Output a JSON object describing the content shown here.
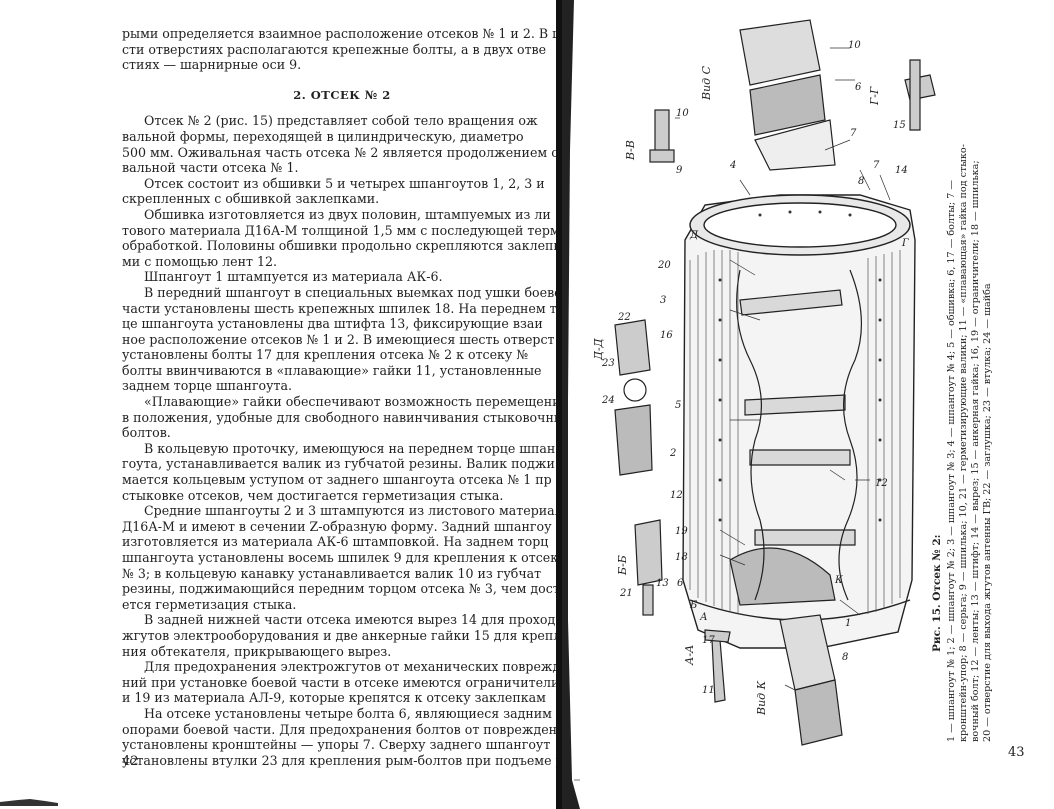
{
  "left_page": {
    "lines": [
      {
        "t": "рыми определяется взаимное расположение отсеков № 1 и 2. В ш",
        "ind": false
      },
      {
        "t": "сти отверстиях располагаются крепежные болты, а в двух отве",
        "ind": false
      },
      {
        "t": "стиях — шарнирные оси 9.",
        "ind": false
      }
    ],
    "heading": "2. ОТСЕК № 2",
    "body": [
      {
        "t": "Отсек № 2 (рис. 15) представляет собой тело вращения ож",
        "ind": true
      },
      {
        "t": "вальной формы, переходящей в цилиндрическую, диаметро",
        "ind": false
      },
      {
        "t": "500 мм. Оживальная часть отсека № 2 является продолжением ож",
        "ind": false
      },
      {
        "t": "вальной части отсека № 1.",
        "ind": false
      },
      {
        "t": "Отсек состоит из обшивки 5 и четырех шпангоутов 1, 2, 3 и",
        "ind": true
      },
      {
        "t": "скрепленных с обшивкой заклепками.",
        "ind": false
      },
      {
        "t": "Обшивка изготовляется из двух половин, штампуемых из ли",
        "ind": true
      },
      {
        "t": "тового материала Д16А-М толщиной 1,5 мм с последующей терм",
        "ind": false
      },
      {
        "t": "обработкой. Половины обшивки продольно скрепляются заклепк",
        "ind": false
      },
      {
        "t": "ми с помощью лент 12.",
        "ind": false
      },
      {
        "t": "Шпангоут 1 штампуется из материала АК-6.",
        "ind": true
      },
      {
        "t": "В передний шпангоут в специальных выемках под ушки боево",
        "ind": true
      },
      {
        "t": "части установлены шесть крепежных шпилек 18. На переднем то",
        "ind": false
      },
      {
        "t": "це шпангоута установлены два штифта 13, фиксирующие взаи",
        "ind": false
      },
      {
        "t": "ное расположение отсеков № 1 и 2. В имеющиеся шесть отверст",
        "ind": false
      },
      {
        "t": "установлены болты 17 для крепления отсека № 2 к отсеку №",
        "ind": false
      },
      {
        "t": "болты ввинчиваются в «плавающие» гайки 11, установленные",
        "ind": false
      },
      {
        "t": "заднем торце шпангоута.",
        "ind": false
      },
      {
        "t": "«Плавающие» гайки обеспечивают возможность перемещения и",
        "ind": true
      },
      {
        "t": "в положения, удобные для свободного навинчивания стыковочны",
        "ind": false
      },
      {
        "t": "болтов.",
        "ind": false
      },
      {
        "t": "В кольцевую проточку, имеющуюся на переднем торце шпан",
        "ind": true
      },
      {
        "t": "гоута, устанавливается валик из губчатой резины. Валик поджи",
        "ind": false
      },
      {
        "t": "мается кольцевым уступом от заднего шпангоута отсека № 1 пр",
        "ind": false
      },
      {
        "t": "стыковке отсеков, чем достигается герметизация стыка.",
        "ind": false
      },
      {
        "t": "Средние шпангоуты 2 и 3 штампуются из листового материал",
        "ind": true
      },
      {
        "t": "Д16А-М и имеют в сечении Z-образную форму. Задний шпангоу",
        "ind": false
      },
      {
        "t": "изготовляется из материала АК-6 штамповкой. На заднем торц",
        "ind": false
      },
      {
        "t": "шпангоута установлены восемь шпилек 9 для крепления к отсек",
        "ind": false
      },
      {
        "t": "№ 3; в кольцевую канавку устанавливается валик 10 из губчат",
        "ind": false
      },
      {
        "t": "резины, поджимающийся передним торцом отсека № 3, чем достиг",
        "ind": false
      },
      {
        "t": "ется герметизация стыка.",
        "ind": false
      },
      {
        "t": "В задней нижней части отсека имеются вырез 14 для проход",
        "ind": true
      },
      {
        "t": "жгутов электрооборудования и две анкерные гайки 15 для крепл",
        "ind": false
      },
      {
        "t": "ния обтекателя, прикрывающего вырез.",
        "ind": false
      },
      {
        "t": "Для предохранения электрожгутов от механических поврежд",
        "ind": true
      },
      {
        "t": "ний при установке боевой части в отсеке имеются ограничители 1",
        "ind": false
      },
      {
        "t": "и 19 из материала АЛ-9, которые крепятся к отсеку заклепкам",
        "ind": false
      },
      {
        "t": "На отсеке установлены четыре болта 6, являющиеся задним",
        "ind": true
      },
      {
        "t": "опорами боевой части. Для предохранения болтов от поврежден",
        "ind": false
      },
      {
        "t": "установлены кронштейны — упоры 7. Сверху заднего шпангоут",
        "ind": false
      },
      {
        "t": "установлены втулки 23 для крепления рым-болтов при подъеме р",
        "ind": false
      }
    ],
    "page_number": "42"
  },
  "right_page": {
    "page_number": "43",
    "caption_title": "Рис. 15. Отсек № 2:",
    "caption_lines": [
      "1 — шпангоут № 1; 2 — шпангоут № 2; 3 — шпангоут № 3; 4 — шпангоут № 4; 5 — обшивка; 6, 17 — болты; 7 —",
      "кронштейн-упор; 8 — серьга; 9 — шпилька; 10, 21 — герметизирующие валики; 11 — «плавающая» гайка под стыко-",
      "вочный болт; 12 — ленты; 13 — штифт; 14 — вырез; 15 — анкерная гайка; 16, 19 — ограничители; 18 — шпилька;",
      "20 — отверстие для выхода жгутов антенны ГВ; 22 — заглушка; 23 — втулка; 24 — шайба"
    ],
    "views": {
      "view_c": "Вид С",
      "view_k": "Вид К",
      "section_bb": "В-В",
      "section_gg": "Г-Г",
      "section_dd": "Д-Д",
      "section_b6": "Б-Б",
      "section_aa": "А-А"
    },
    "callouts": [
      "10",
      "6",
      "7",
      "15",
      "10",
      "9",
      "4",
      "8",
      "7",
      "14",
      "Д",
      "20",
      "3",
      "16",
      "22",
      "23",
      "24",
      "5",
      "2",
      "12",
      "12",
      "19",
      "18",
      "13",
      "21",
      "6",
      "Б",
      "А",
      "1",
      "17",
      "11",
      "8",
      "К",
      "Г"
    ]
  }
}
